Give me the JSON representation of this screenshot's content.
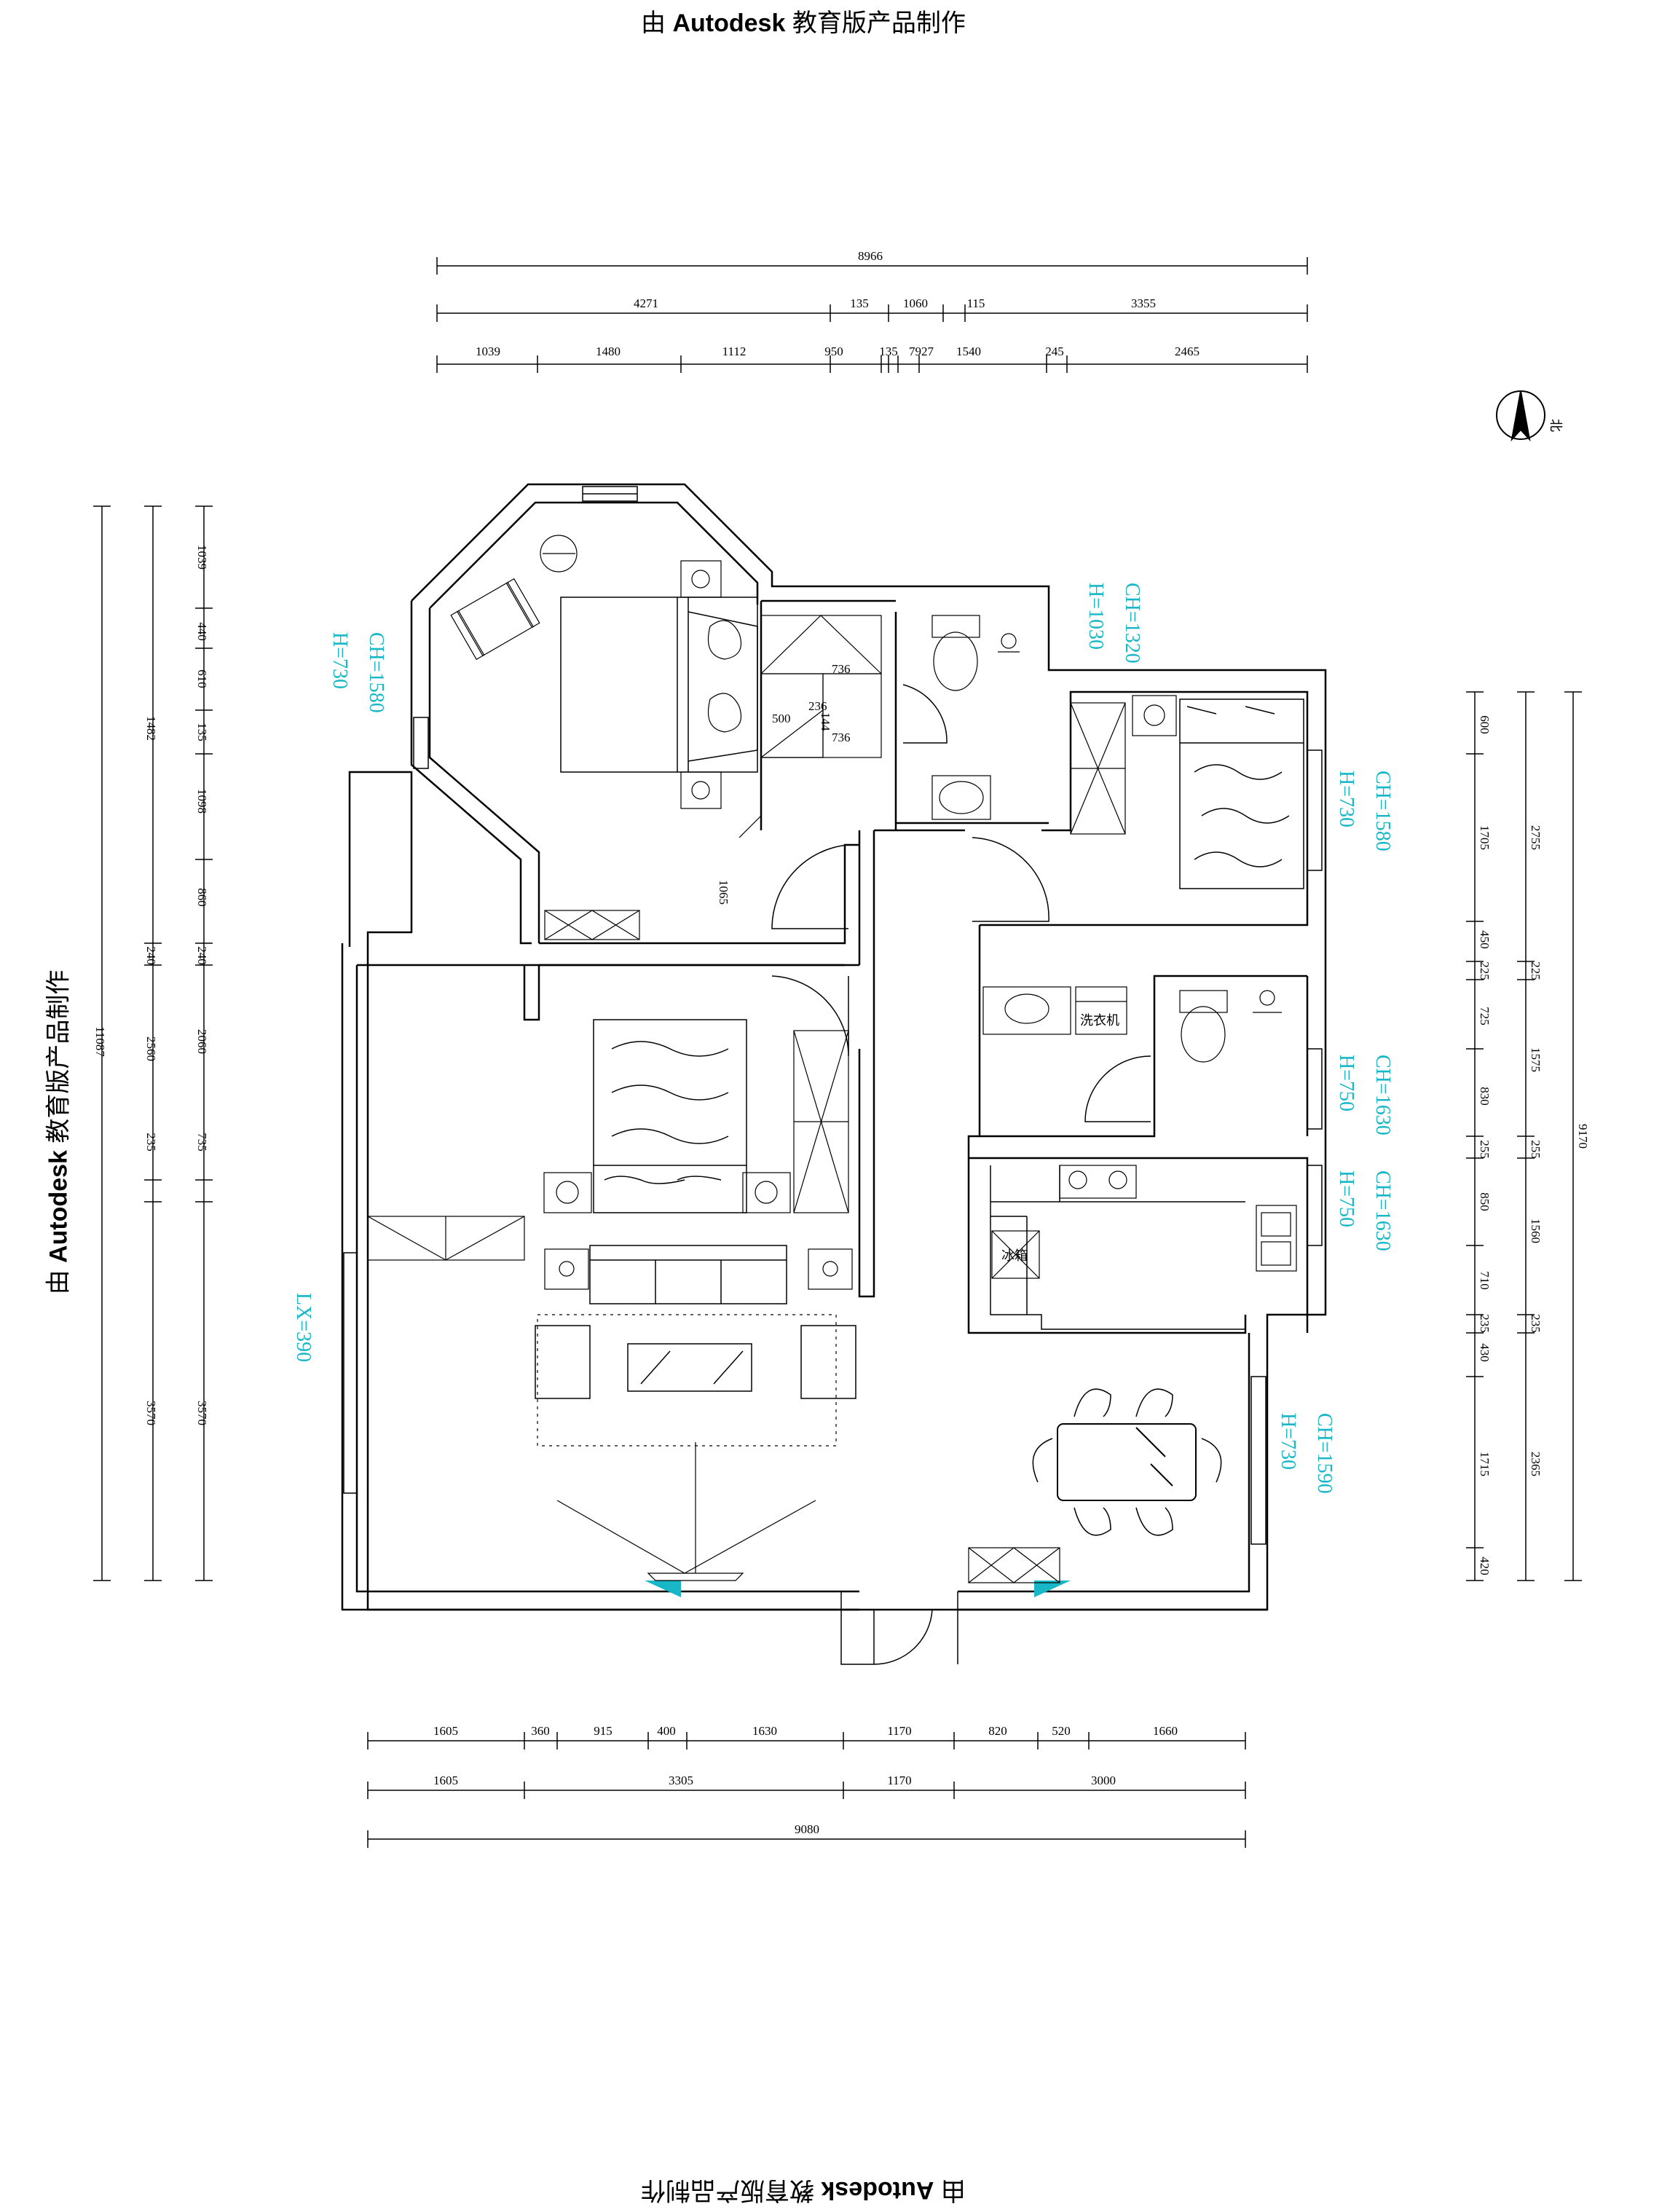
{
  "watermark": {
    "prefix": "由 ",
    "brand": "Autodesk",
    "suffix": " 教育版产品制作"
  },
  "colors": {
    "annotation": "#17b7c7",
    "line": "#000000",
    "window_fill": "#17b7c7"
  },
  "north": {
    "label": "北"
  },
  "dims_top": {
    "total": "8966",
    "row2": [
      "4271",
      "135",
      "1060",
      "115",
      "3355"
    ],
    "row3": [
      "1039",
      "1480",
      "1112",
      "950",
      "135",
      "7927",
      "1540",
      "245",
      "2465"
    ]
  },
  "dims_bottom": {
    "row1": [
      "1605",
      "360",
      "915",
      "400",
      "1630",
      "1170",
      "820",
      "520",
      "1660"
    ],
    "row2": [
      "1605",
      "3305",
      "1170",
      "3000"
    ],
    "total": "9080"
  },
  "dims_left": {
    "total": "11087",
    "mid": [
      "1482",
      "240",
      "2560",
      "235",
      "3570"
    ],
    "inner": [
      "1039",
      "440",
      "610",
      "135",
      "1098",
      "860",
      "240",
      "2060",
      "735",
      "3570"
    ]
  },
  "dims_right": {
    "total": "9170",
    "mid": [
      "2755",
      "225",
      "1575",
      "255",
      "1560",
      "235",
      "2365"
    ],
    "inner": [
      "600",
      "1705",
      "450",
      "225",
      "725",
      "830",
      "255",
      "850",
      "710",
      "235",
      "430",
      "1715",
      "420"
    ]
  },
  "interior_dims": [
    "736",
    "736",
    "236",
    "500",
    "144",
    "1065"
  ],
  "annotations": {
    "master_bedroom": [
      "CH=1580",
      "H=730"
    ],
    "bath_top": [
      "CH=1320",
      "H=1030"
    ],
    "bedroom_right": [
      "CH=1580",
      "H=730"
    ],
    "bath_right": [
      "CH=1630",
      "H=750"
    ],
    "kitchen": [
      "CH=1630",
      "H=750"
    ],
    "dining": [
      "CH=1590",
      "H=730"
    ],
    "living": [
      "LX=390"
    ]
  },
  "labels": {
    "washer": "洗衣机",
    "fridge": "冰箱"
  }
}
